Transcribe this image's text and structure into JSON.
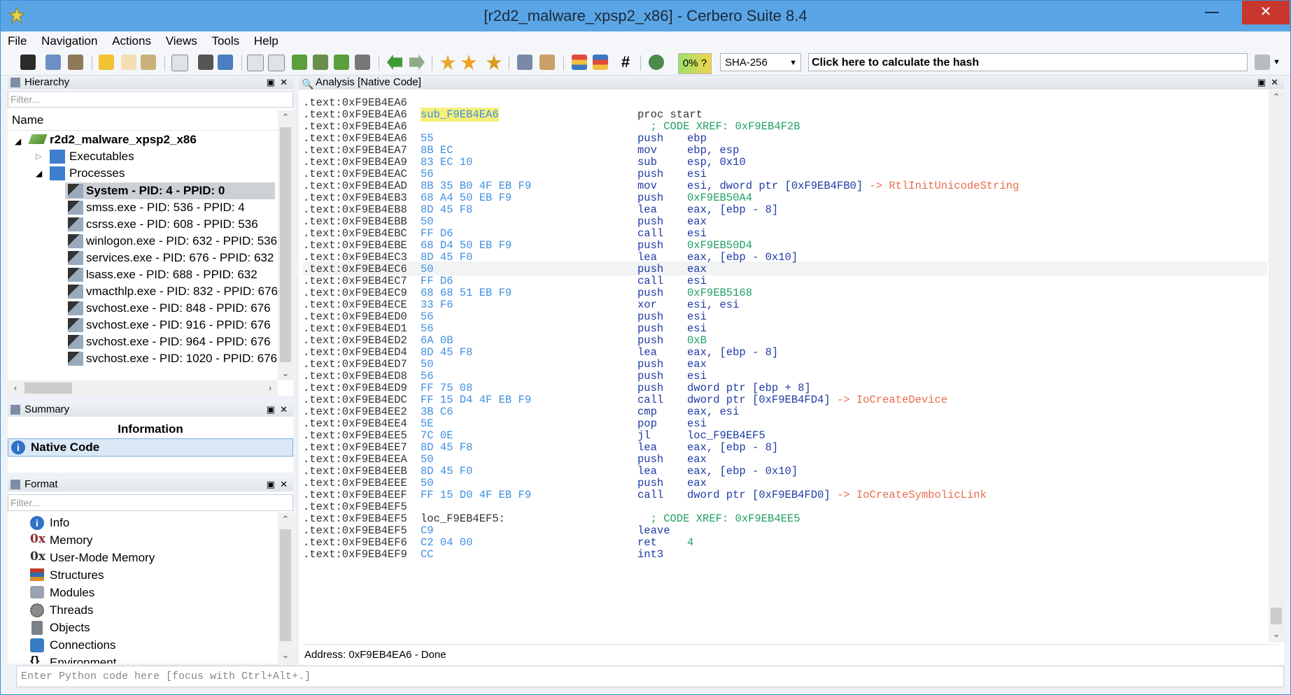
{
  "window": {
    "title": "[r2d2_malware_xpsp2_x86] - Cerbero Suite 8.4"
  },
  "menu": [
    "File",
    "Navigation",
    "Actions",
    "Views",
    "Tools",
    "Help"
  ],
  "toolbar": {
    "progress": "0% ?",
    "hash_algorithm": "SHA-256",
    "hash_prompt": "Click here to calculate the hash"
  },
  "hierarchy": {
    "title": "Hierarchy",
    "filter_placeholder": "Filter...",
    "column": "Name",
    "root": "r2d2_malware_xpsp2_x86",
    "items": [
      "Executables",
      "Processes"
    ],
    "processes": [
      "System - PID: 4 - PPID: 0",
      "smss.exe - PID: 536 - PPID: 4",
      "csrss.exe - PID: 608 - PPID: 536",
      "winlogon.exe - PID: 632 - PPID: 536",
      "services.exe - PID: 676 - PPID: 632",
      "lsass.exe - PID: 688 - PPID: 632",
      "vmacthlp.exe - PID: 832 - PPID: 676",
      "svchost.exe - PID: 848 - PPID: 676",
      "svchost.exe - PID: 916 - PPID: 676",
      "svchost.exe - PID: 964 - PPID: 676",
      "svchost.exe - PID: 1020 - PPID: 676"
    ]
  },
  "summary": {
    "title": "Summary",
    "header": "Information",
    "item": "Native Code"
  },
  "format": {
    "title": "Format",
    "filter_placeholder": "Filter...",
    "items": [
      "Info",
      "Memory",
      "User-Mode Memory",
      "Structures",
      "Modules",
      "Threads",
      "Objects",
      "Connections",
      "Environment"
    ]
  },
  "analysis": {
    "title": "Analysis [Native Code]",
    "status": "Address: 0xF9EB4EA6 - Done",
    "lines": [
      {
        "addr": ".text:0xF9EB4EA6",
        "bytes": "",
        "mn": "",
        "op": ""
      },
      {
        "addr": ".text:0xF9EB4EA6",
        "label": "sub_F9EB4EA6",
        "mn": "proc start",
        "op": ""
      },
      {
        "addr": ".text:0xF9EB4EA6",
        "bytes": "",
        "xref": "  ; CODE XREF: 0xF9EB4F2B"
      },
      {
        "addr": ".text:0xF9EB4EA6",
        "bytes": "55",
        "mn": "push",
        "op": "ebp"
      },
      {
        "addr": ".text:0xF9EB4EA7",
        "bytes": "8B EC",
        "mn": "mov",
        "op": "ebp, esp"
      },
      {
        "addr": ".text:0xF9EB4EA9",
        "bytes": "83 EC 10",
        "mn": "sub",
        "op": "esp, 0x10"
      },
      {
        "addr": ".text:0xF9EB4EAC",
        "bytes": "56",
        "mn": "push",
        "op": "esi"
      },
      {
        "addr": ".text:0xF9EB4EAD",
        "bytes": "8B 35 B0 4F EB F9",
        "mn": "mov",
        "op": "esi, dword ptr [0xF9EB4FB0]",
        "api": " -> RtlInitUnicodeString"
      },
      {
        "addr": ".text:0xF9EB4EB3",
        "bytes": "68 A4 50 EB F9",
        "mn": "push",
        "op": "0xF9EB50A4"
      },
      {
        "addr": ".text:0xF9EB4EB8",
        "bytes": "8D 45 F8",
        "mn": "lea",
        "op": "eax, [ebp - 8]"
      },
      {
        "addr": ".text:0xF9EB4EBB",
        "bytes": "50",
        "mn": "push",
        "op": "eax"
      },
      {
        "addr": ".text:0xF9EB4EBC",
        "bytes": "FF D6",
        "mn": "call",
        "op": "esi"
      },
      {
        "addr": ".text:0xF9EB4EBE",
        "bytes": "68 D4 50 EB F9",
        "mn": "push",
        "op": "0xF9EB50D4"
      },
      {
        "addr": ".text:0xF9EB4EC3",
        "bytes": "8D 45 F0",
        "mn": "lea",
        "op": "eax, [ebp - 0x10]"
      },
      {
        "addr": ".text:0xF9EB4EC6",
        "bytes": "50",
        "mn": "push",
        "op": "eax"
      },
      {
        "addr": ".text:0xF9EB4EC7",
        "bytes": "FF D6",
        "mn": "call",
        "op": "esi"
      },
      {
        "addr": ".text:0xF9EB4EC9",
        "bytes": "68 68 51 EB F9",
        "mn": "push",
        "op": "0xF9EB5168"
      },
      {
        "addr": ".text:0xF9EB4ECE",
        "bytes": "33 F6",
        "mn": "xor",
        "op": "esi, esi"
      },
      {
        "addr": ".text:0xF9EB4ED0",
        "bytes": "56",
        "mn": "push",
        "op": "esi"
      },
      {
        "addr": ".text:0xF9EB4ED1",
        "bytes": "56",
        "mn": "push",
        "op": "esi"
      },
      {
        "addr": ".text:0xF9EB4ED2",
        "bytes": "6A 0B",
        "mn": "push",
        "op": "0xB"
      },
      {
        "addr": ".text:0xF9EB4ED4",
        "bytes": "8D 45 F8",
        "mn": "lea",
        "op": "eax, [ebp - 8]"
      },
      {
        "addr": ".text:0xF9EB4ED7",
        "bytes": "50",
        "mn": "push",
        "op": "eax"
      },
      {
        "addr": ".text:0xF9EB4ED8",
        "bytes": "56",
        "mn": "push",
        "op": "esi"
      },
      {
        "addr": ".text:0xF9EB4ED9",
        "bytes": "FF 75 08",
        "mn": "push",
        "op": "dword ptr [ebp + 8]"
      },
      {
        "addr": ".text:0xF9EB4EDC",
        "bytes": "FF 15 D4 4F EB F9",
        "mn": "call",
        "op": "dword ptr [0xF9EB4FD4]",
        "api": " -> IoCreateDevice"
      },
      {
        "addr": ".text:0xF9EB4EE2",
        "bytes": "3B C6",
        "mn": "cmp",
        "op": "eax, esi"
      },
      {
        "addr": ".text:0xF9EB4EE4",
        "bytes": "5E",
        "mn": "pop",
        "op": "esi"
      },
      {
        "addr": ".text:0xF9EB4EE5",
        "bytes": "7C 0E",
        "mn": "jl",
        "op": "loc_F9EB4EF5"
      },
      {
        "addr": ".text:0xF9EB4EE7",
        "bytes": "8D 45 F8",
        "mn": "lea",
        "op": "eax, [ebp - 8]"
      },
      {
        "addr": ".text:0xF9EB4EEA",
        "bytes": "50",
        "mn": "push",
        "op": "eax"
      },
      {
        "addr": ".text:0xF9EB4EEB",
        "bytes": "8D 45 F0",
        "mn": "lea",
        "op": "eax, [ebp - 0x10]"
      },
      {
        "addr": ".text:0xF9EB4EEE",
        "bytes": "50",
        "mn": "push",
        "op": "eax"
      },
      {
        "addr": ".text:0xF9EB4EEF",
        "bytes": "FF 15 D0 4F EB F9",
        "mn": "call",
        "op": "dword ptr [0xF9EB4FD0]",
        "api": " -> IoCreateSymbolicLink"
      },
      {
        "addr": ".text:0xF9EB4EF5",
        "bytes": "",
        "mn": "",
        "op": ""
      },
      {
        "addr": ".text:0xF9EB4EF5",
        "plainlabel": "loc_F9EB4EF5:",
        "xref": "  ; CODE XREF: 0xF9EB4EE5"
      },
      {
        "addr": ".text:0xF9EB4EF5",
        "bytes": "C9",
        "mn": "leave",
        "op": ""
      },
      {
        "addr": ".text:0xF9EB4EF6",
        "bytes": "C2 04 00",
        "mn": "ret",
        "op": "4",
        "opnum": true
      },
      {
        "addr": ".text:0xF9EB4EF9",
        "bytes": "CC",
        "mn": "int3",
        "op": ""
      }
    ]
  },
  "python": {
    "placeholder": "Enter Python code here [focus with Ctrl+Alt+.]"
  },
  "colors": {
    "titlebar": "#5aa5e6",
    "close": "#c8372e",
    "bytes": "#3f8fe0",
    "mnemonic": "#1f3ba6",
    "xref": "#20a060",
    "api": "#e86d4e",
    "label_bg": "#f5f07a"
  }
}
